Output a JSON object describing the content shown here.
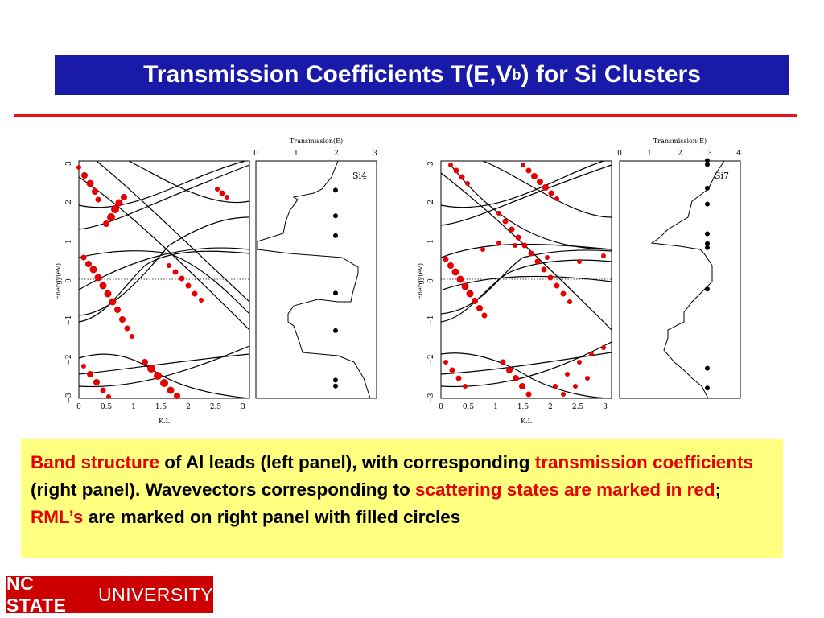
{
  "slide": {
    "title_main": "Transmission Coefficients T(E,V",
    "title_sub": "b",
    "title_end": ") for Si Clusters"
  },
  "figure": {
    "panels": [
      {
        "label": "Si4",
        "band_axis": {
          "xlabel": "K.L",
          "ylabel": "Energy(eV)",
          "xticks": [
            "0",
            "0.5",
            "1",
            "1.5",
            "2",
            "2.5",
            "3"
          ],
          "yticks": [
            "3",
            "2",
            "1",
            "0",
            "−1",
            "−2",
            "−3"
          ],
          "xlim": [
            0,
            3.1
          ],
          "ylim": [
            -3,
            3
          ]
        },
        "trans_axis": {
          "xlabel": "Transmission(E)",
          "xticks": [
            "0",
            "1",
            "2",
            "3"
          ],
          "xlim": [
            0,
            3
          ]
        },
        "rml_energies": [
          2.25,
          1.6,
          1.1,
          -0.35,
          -1.3,
          -2.55,
          -2.7
        ]
      },
      {
        "label": "Si7",
        "band_axis": {
          "xlabel": "K.L",
          "ylabel": "Energy(eV)",
          "xticks": [
            "0",
            "0.5",
            "1",
            "1.5",
            "2",
            "2.5",
            "3"
          ],
          "yticks": [
            "3",
            "2",
            "1",
            "0",
            "−1",
            "−2",
            "−3"
          ],
          "xlim": [
            0,
            3.1
          ],
          "ylim": [
            -3,
            3
          ]
        },
        "trans_axis": {
          "xlabel": "Transmission(E)",
          "xticks": [
            "0",
            "1",
            "2",
            "3",
            "4"
          ],
          "xlim": [
            0,
            4
          ]
        },
        "rml_energies": [
          3.0,
          2.9,
          2.3,
          1.9,
          1.15,
          0.9,
          0.8,
          -0.25,
          -2.25,
          -2.75
        ]
      }
    ]
  },
  "caption": {
    "part1_red": "Band structure",
    "part2": " of Al leads (left panel), with corresponding ",
    "part3_red": "transmission coefficients",
    "part4": " (right panel). Wavevectors corresponding to ",
    "part5_red": "scattering states are marked in red",
    "part6": "; ",
    "part7_red": "RML’s",
    "part8": " are marked on right panel with filled circles"
  },
  "logo": {
    "bold": "NC STATE",
    "light": "UNIVERSITY"
  }
}
